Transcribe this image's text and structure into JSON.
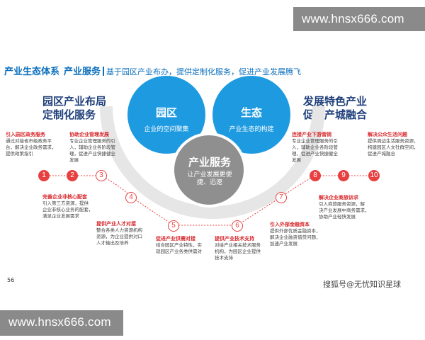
{
  "watermark": {
    "top": "www.hnsx666.com",
    "bottom": "www.hnsx666.com"
  },
  "title": {
    "main": "产业生态体系",
    "sub": "产业服务",
    "desc": "基于园区产业布办，提供定制化服务，促进产业发展腾飞"
  },
  "left_heading": {
    "line1": "园区产业布局",
    "line2": "定制化服务"
  },
  "right_heading": {
    "line1": "发展特色产业",
    "line2": "促进产城融合"
  },
  "circles": {
    "park": {
      "title": "园区",
      "subtitle": "企业的空间聚集",
      "color": "#1e9ae0"
    },
    "ecology": {
      "title": "生态",
      "subtitle": "产业生态的构建",
      "color": "#1e9ae0"
    },
    "service": {
      "title": "产业服务",
      "subtitle": "让产业发展更便捷、迅速",
      "color": "#8f8f8f"
    }
  },
  "nodes": [
    "1",
    "2",
    "3",
    "4",
    "5",
    "6",
    "7",
    "8",
    "9",
    "10"
  ],
  "steps": {
    "s1": {
      "title": "引入园区政务服务",
      "lines": [
        "通过对接省市级政务平",
        "台，解决企业政务需求，",
        "提供政策指引"
      ]
    },
    "s2": {
      "title": "协助企业管理发展",
      "lines": [
        "专业企业管理服务的引",
        "入，辅助企业各阶段管",
        "理，促进产业快捷健全",
        "发展"
      ]
    },
    "s3": {
      "title": "完善企业非核心配套",
      "lines": [
        "引入第三方资源，提供",
        "企业非核心业务的配套，",
        "满足企业发展需求"
      ]
    },
    "s4": {
      "title": "提供产业人才对接",
      "lines": [
        "整合各类人力资源机构",
        "资源，为企业提供对口",
        "人才输出及培养"
      ]
    },
    "s5": {
      "title": "促进产业供需对接",
      "lines": [
        "结合园区产业特性，实",
        "现园区产业各类供需对"
      ]
    },
    "s6": {
      "title": "提供产业技术支持",
      "lines": [
        "对接产业相关技术服务",
        "机构，为园区企业提供",
        "技术支持"
      ]
    },
    "s7": {
      "title": "引入外部金融资本",
      "lines": [
        "提供外部优质金融资本，",
        "解决企业融资借贷问题，",
        "加速产业发展"
      ]
    },
    "s8": {
      "title": "连接产业下游营销",
      "lines": [
        "专业企业管理服务的引",
        "入，辅助企业各阶段管",
        "理，促进产业快捷健全",
        "发展"
      ]
    },
    "s9": {
      "title": "解决企业商旅诉求",
      "lines": [
        "引入商旅服务资源，解",
        "决产业发展中商务需求，",
        "协助产业轻快发展"
      ]
    },
    "s10": {
      "title": "解决公众生活问题",
      "lines": [
        "提供周边生活服务资源，",
        "构建园区人文社群空间，",
        "促进产城融合"
      ]
    }
  },
  "page_number": "56",
  "source": "搜狐号@无忧知识星球"
}
